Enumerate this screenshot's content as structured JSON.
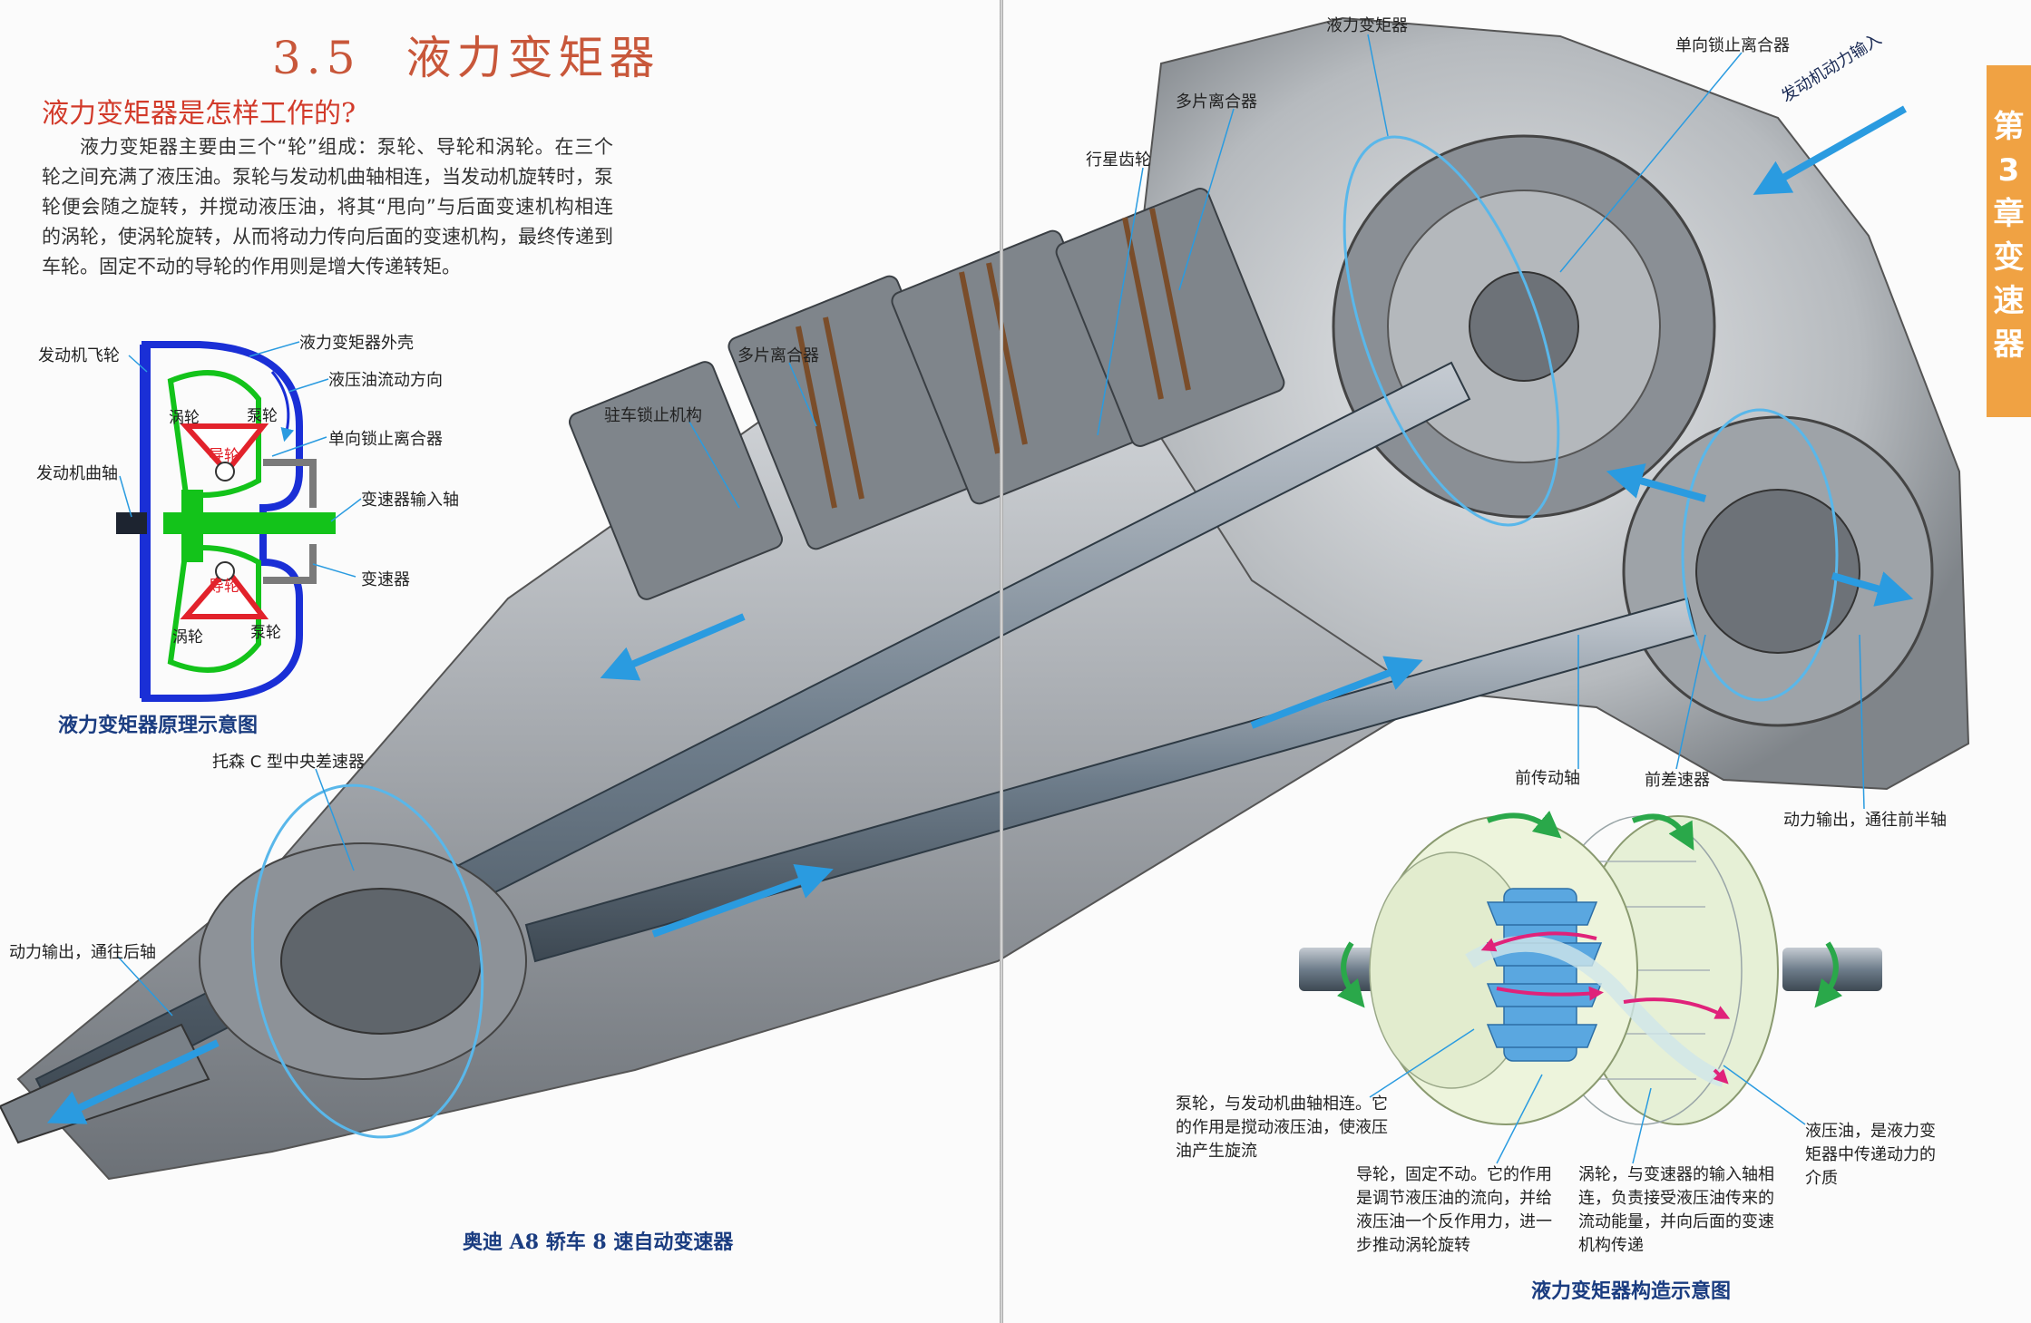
{
  "header": {
    "section_number": "3.5",
    "section_title": "液力变矩器",
    "question": "液力变矩器是怎样工作的?",
    "intro": "液力变矩器主要由三个“轮”组成：泵轮、导轮和涡轮。在三个轮之间充满了液压油。泵轮与发动机曲轴相连，当发动机旋转时，泵轮便会随之旋转，并搅动液压油，将其“甩向”与后面变速机构相连的涡轮，使涡轮旋转，从而将动力传向后面的变速机构，最终传递到车轮。固定不动的导轮的作用则是增大传递转矩。"
  },
  "principle_diagram": {
    "caption": "液力变矩器原理示意图",
    "labels": {
      "flywheel": "发动机飞轮",
      "crankshaft": "发动机曲轴",
      "housing": "液力变矩器外壳",
      "flow": "液压油流动方向",
      "one_way_clutch": "单向锁止离合器",
      "input_shaft": "变速器输入轴",
      "transmission": "变速器",
      "turbine": "涡轮",
      "pump": "泵轮",
      "stator": "导轮"
    },
    "colors": {
      "housing": "#1a2fd6",
      "turbine": "#13c31a",
      "stator": "#e2222b",
      "shaft": "#7a7a7a"
    }
  },
  "transmission_figure": {
    "caption": "奥迪 A8 轿车 8 速自动变速器",
    "labels": {
      "torsen": "托森 C 型中央差速器",
      "rear_output": "动力输出，通往后轴",
      "parking_lock": "驻车锁止机构",
      "multi_plate_clutch_1": "多片离合器",
      "planetary_gear": "行星齿轮",
      "multi_plate_clutch_2": "多片离合器",
      "torque_converter": "液力变矩器",
      "one_way_clutch": "单向锁止离合器",
      "engine_input": "发动机动力输入",
      "front_shaft": "前传动轴",
      "front_diff": "前差速器",
      "front_output": "动力输出，通往前半轴"
    }
  },
  "structure_diagram": {
    "caption": "液力变矩器构造示意图",
    "notes": {
      "pump": "泵轮，与发动机曲轴相连。它的作用是搅动液压油，使液压油产生旋流",
      "stator": "导轮，固定不动。它的作用是调节液压油的流向，并给液压油一个反作用力，进一步推动涡轮旋转",
      "turbine": "涡轮，与变速器的输入轴相连，负责接受液压油传来的流动能量，并向后面的变速机构传递",
      "oil": "液压油，是液力变矩器中传递动力的介质"
    }
  },
  "chapter_tab": {
    "text": "第3章 变速器",
    "color": "#f0a243"
  }
}
